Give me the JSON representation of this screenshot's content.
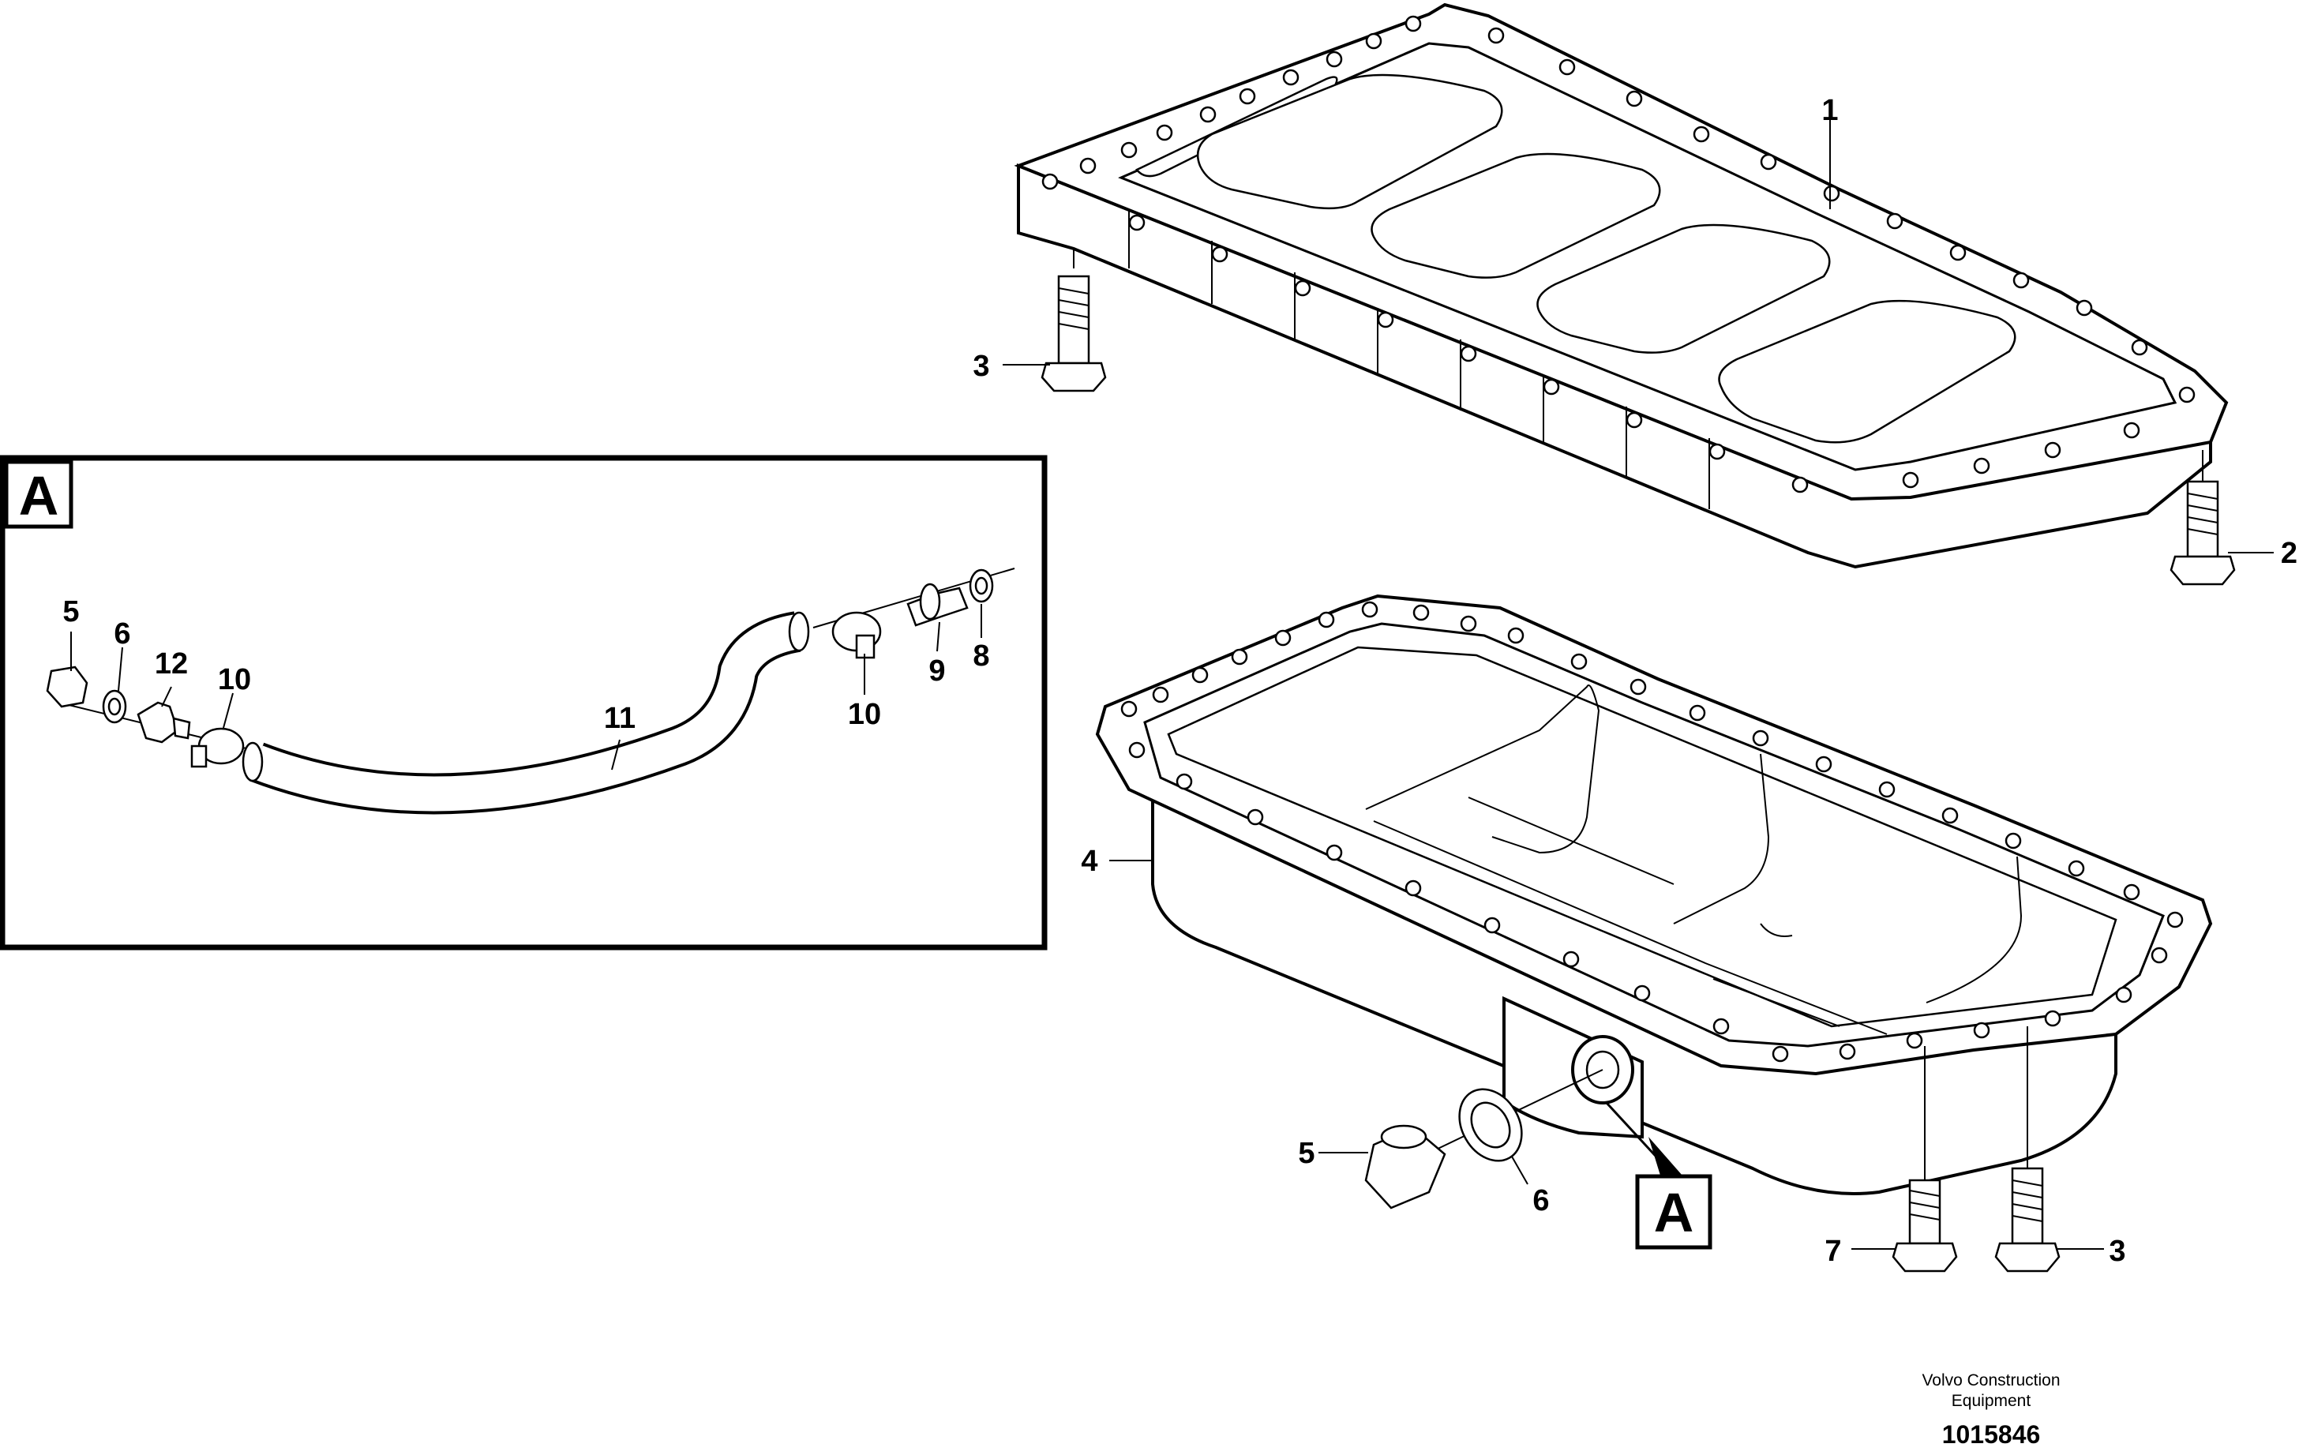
{
  "callouts": {
    "c1": "1",
    "c2": "2",
    "c3_top": "3",
    "c3_bottom": "3",
    "c4": "4",
    "c5_main": "5",
    "c6_main": "6",
    "c7": "7",
    "detail_5": "5",
    "detail_6": "6",
    "detail_12": "12",
    "detail_10_left": "10",
    "detail_11": "11",
    "detail_10_right": "10",
    "detail_9": "9",
    "detail_8": "8"
  },
  "detail_box": {
    "label": "A"
  },
  "pointer_box": {
    "label": "A"
  },
  "footer": {
    "line1": "Volvo Construction",
    "line2": "Equipment",
    "number": "1015846"
  }
}
